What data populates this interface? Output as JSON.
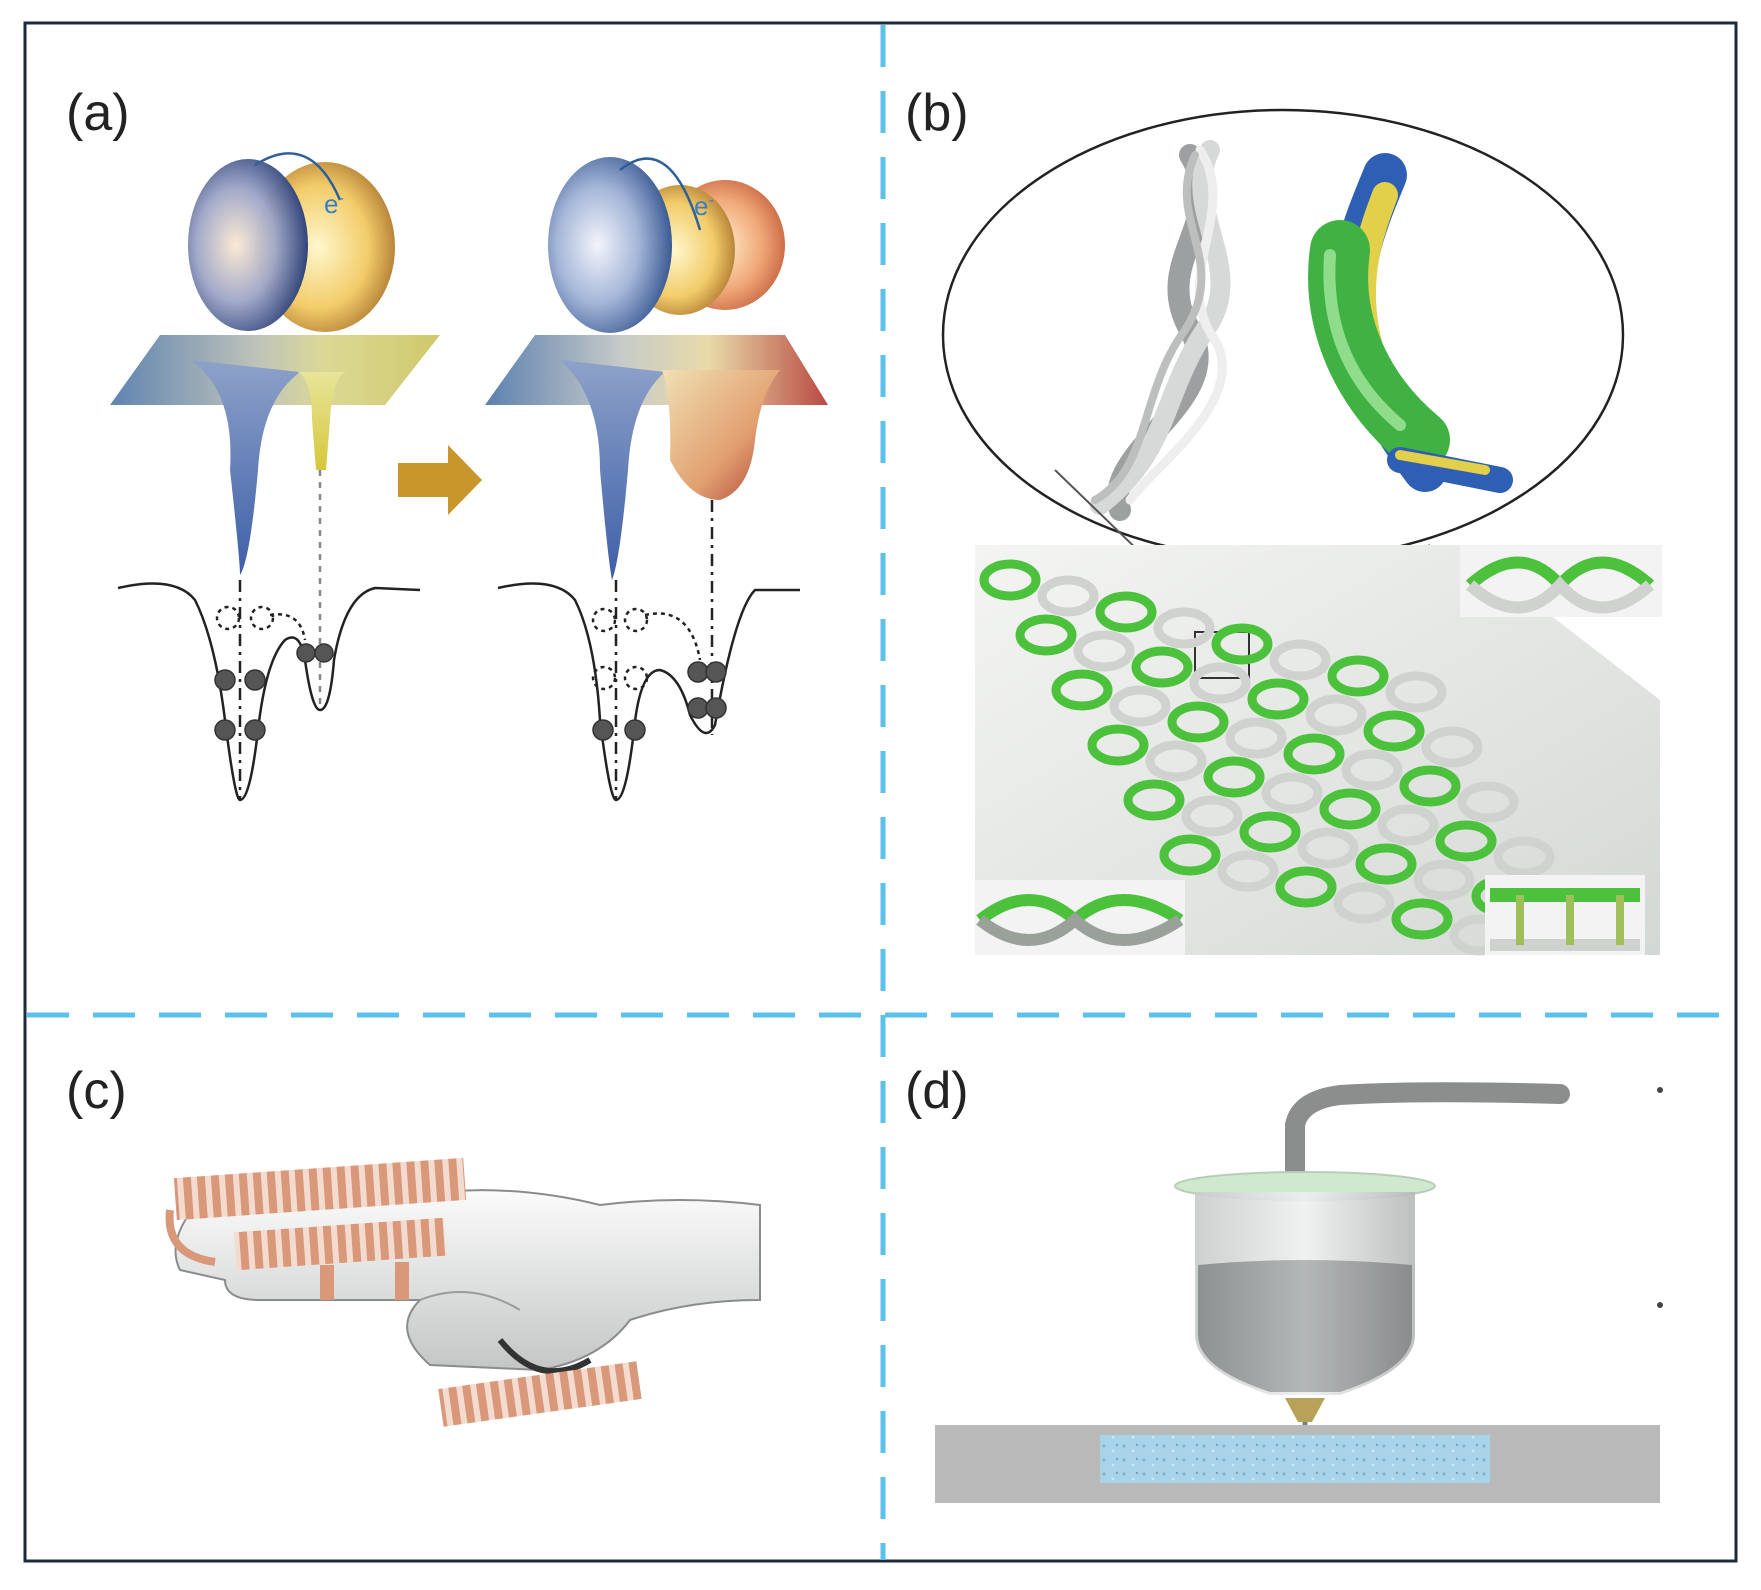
{
  "panels": {
    "a": {
      "label": "(a)",
      "electron_left": "e",
      "electron_right": "e",
      "electron_sup": "-"
    },
    "b": {
      "label": "(b)"
    },
    "c": {
      "label": "(c)"
    },
    "d": {
      "label": "(d)"
    }
  },
  "colors": {
    "frame": "#1c2a3e",
    "divider": "#5bc0ec",
    "arrow": "#c8962a",
    "knit_green": "#4cc23c",
    "knit_gray": "#cfd2cf",
    "coil": "#d9987a",
    "substrate": "#b9b9b9",
    "printed_layer": "#a9d3e8"
  }
}
